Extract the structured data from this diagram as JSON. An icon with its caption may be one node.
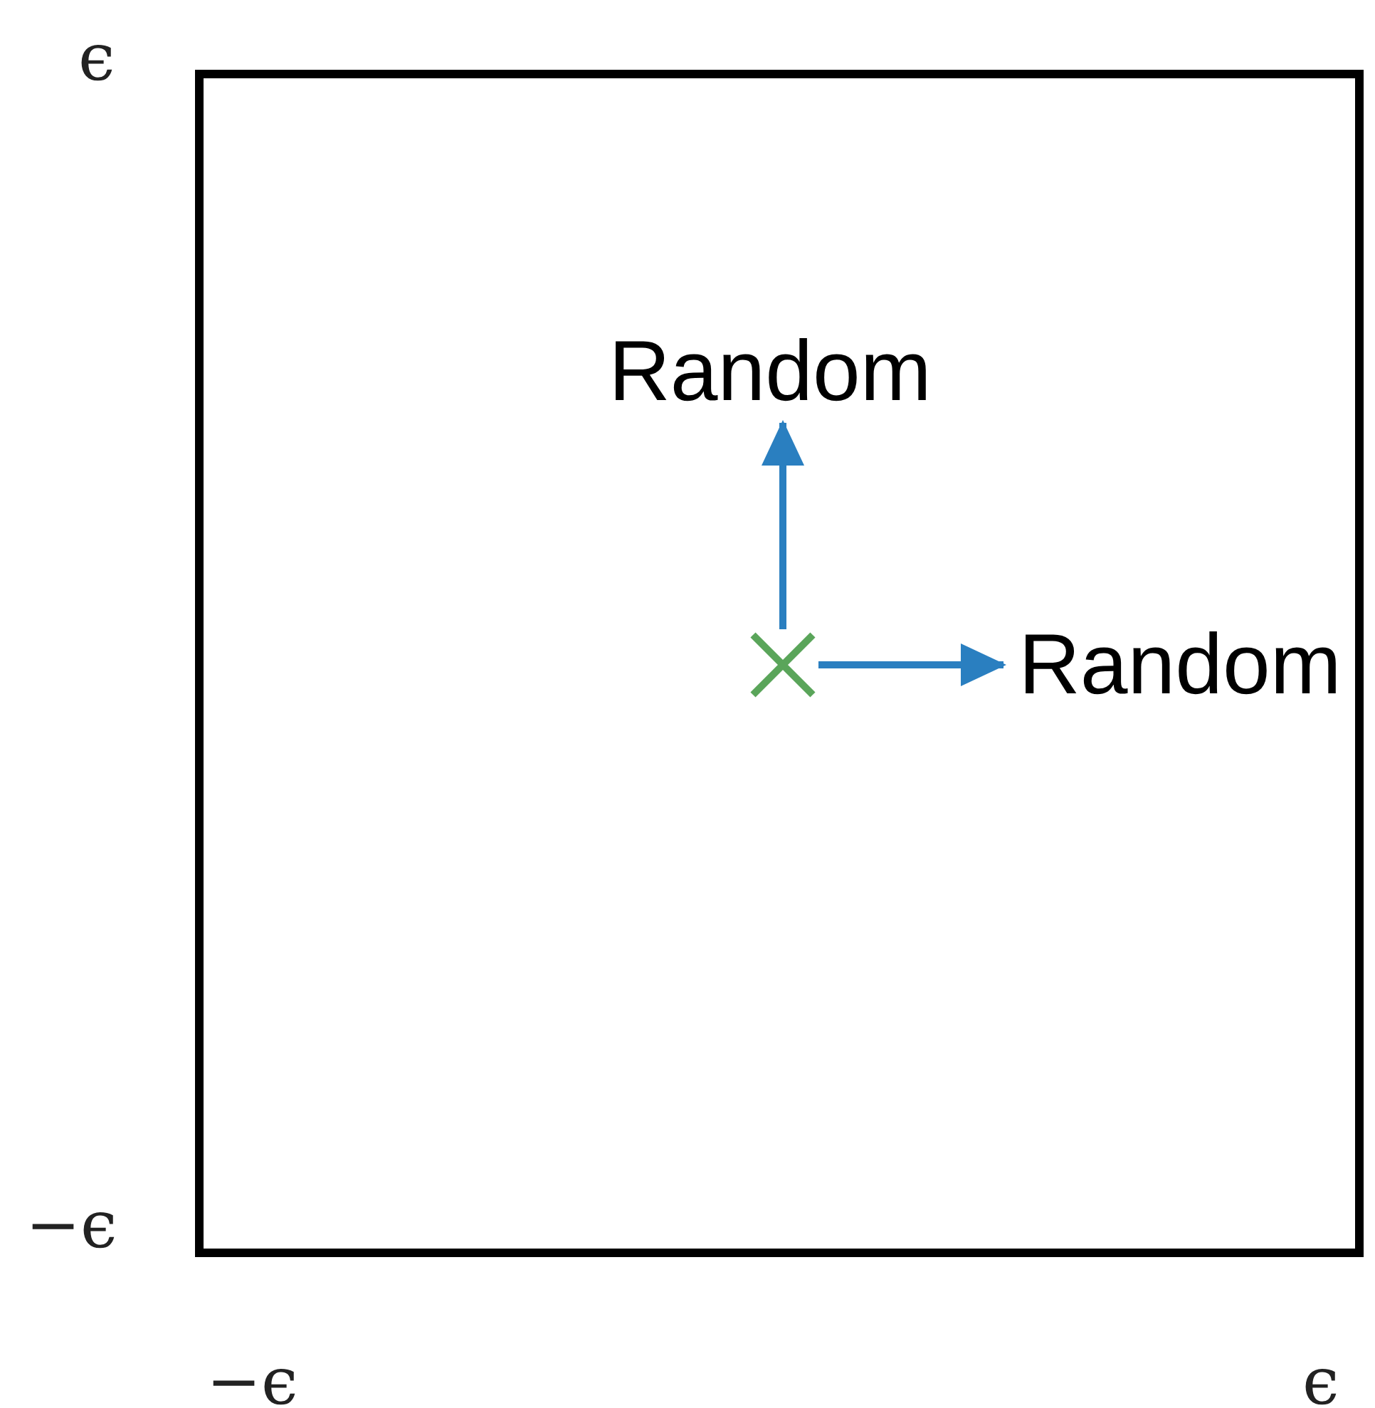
{
  "diagram": {
    "nodes": [
      {
        "text": [],
        "shape": "box"
      },
      {
        "text": [],
        "shape": "cross",
        "in": 0
      },
      {
        "text": [
          "Random"
        ],
        "in": 0
      },
      {
        "text": [
          "Random"
        ],
        "in": 0
      }
    ],
    "edges": [
      {
        "from": 1,
        "to": 2,
        "arrow": "to"
      },
      {
        "from": 1,
        "to": 3,
        "arrow": "to"
      }
    ],
    "labels": [
      "ϵ",
      "−ϵ",
      "−ϵ",
      "ϵ"
    ]
  }
}
